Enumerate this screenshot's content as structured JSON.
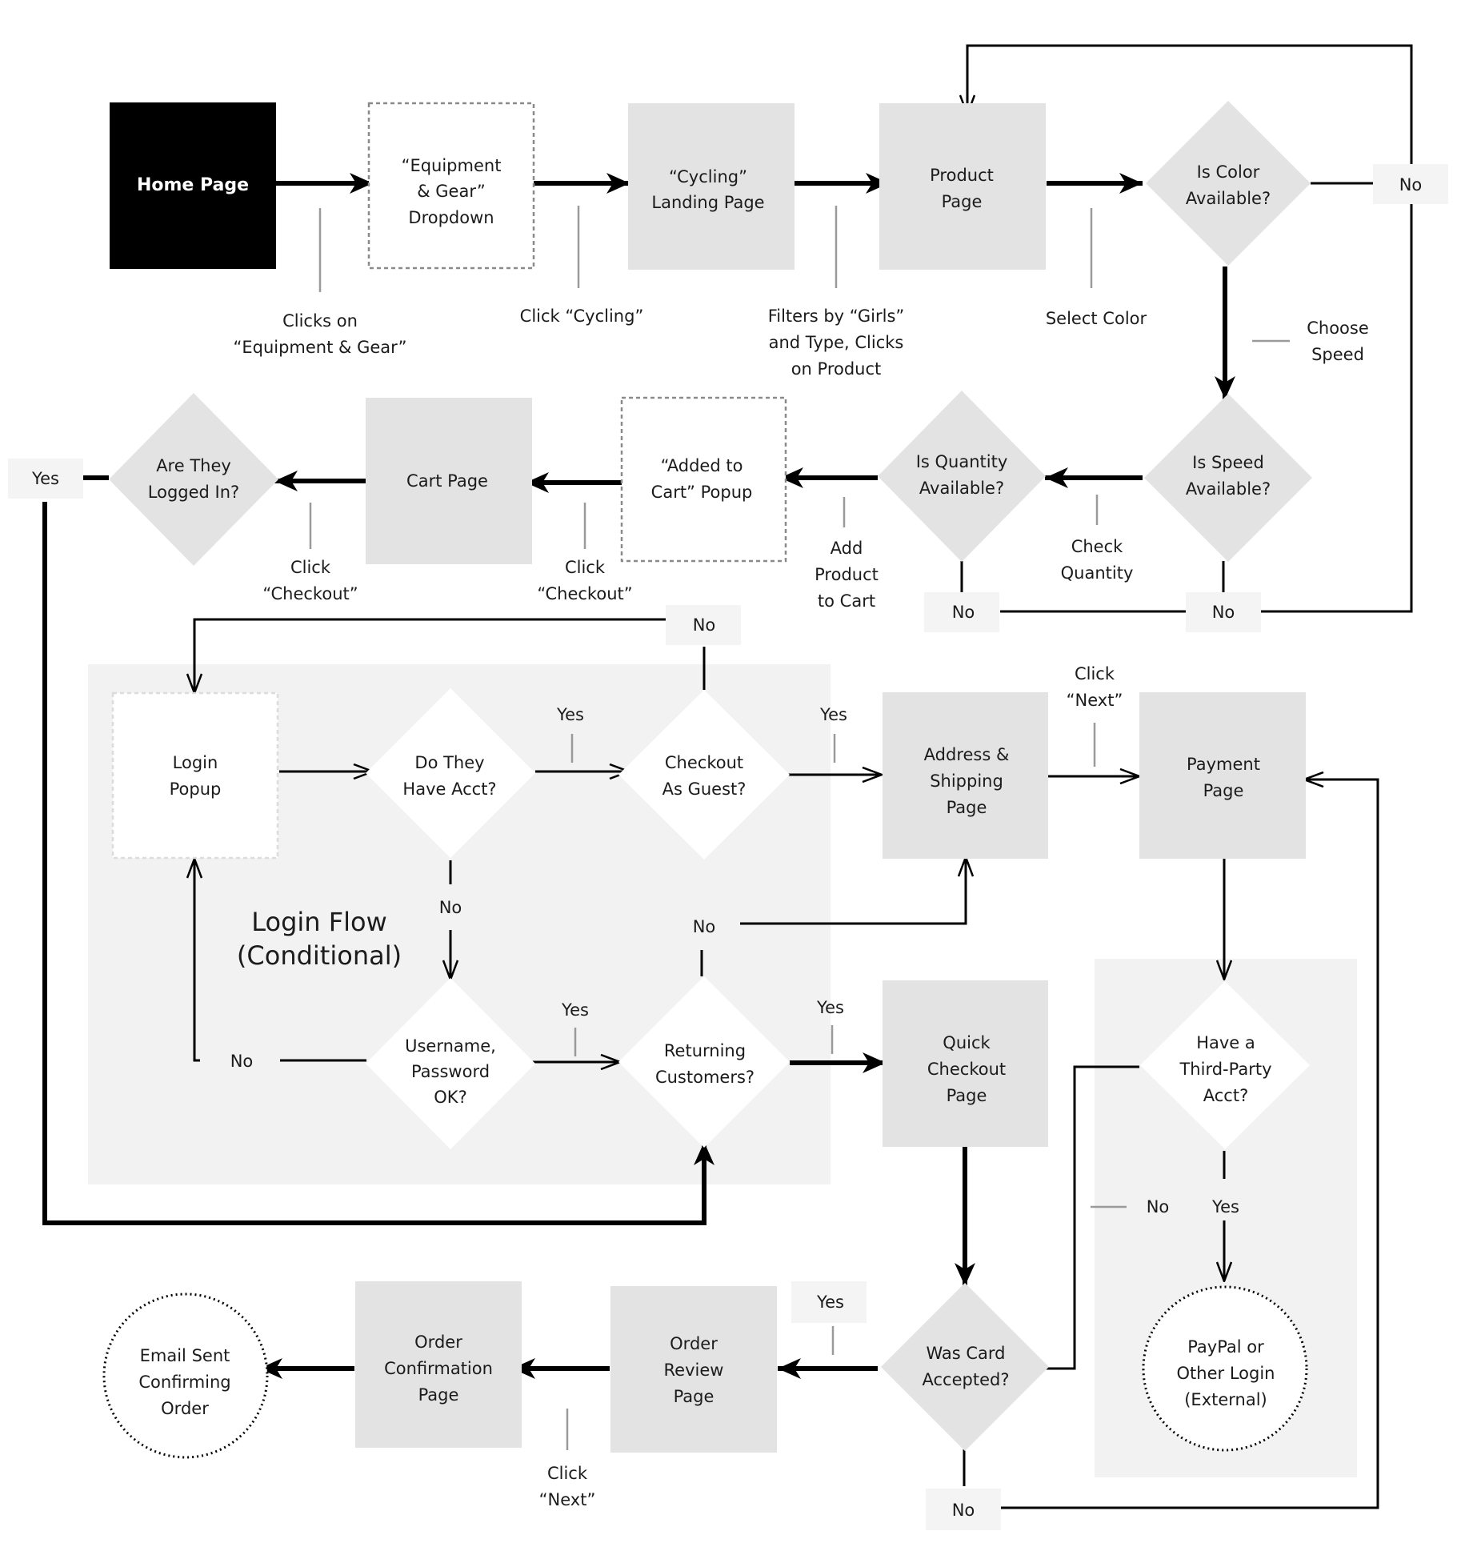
{
  "colors": {
    "box_fill": "#e4e3e4",
    "region_fill": "#f2f2f2",
    "label_bg": "#f4f4f4",
    "black_box": "#000000",
    "line": "#000000",
    "tick": "#9a9a9a"
  },
  "nodes": {
    "home_page": "Home Page",
    "equipment_dropdown": [
      "“Equipment",
      "& Gear”",
      "Dropdown"
    ],
    "cycling_landing": [
      "“Cycling”",
      "Landing Page"
    ],
    "product_page": [
      "Product",
      "Page"
    ],
    "is_color_available": [
      "Is Color",
      "Available?"
    ],
    "is_speed_available": [
      "Is Speed",
      "Available?"
    ],
    "is_quantity_available": [
      "Is Quantity",
      "Available?"
    ],
    "added_to_cart_popup": [
      "“Added to",
      "Cart” Popup"
    ],
    "cart_page": "Cart Page",
    "are_they_logged_in": [
      "Are They",
      "Logged In?"
    ],
    "login_popup": [
      "Login",
      "Popup"
    ],
    "do_they_have_acct": [
      "Do They",
      "Have Acct?"
    ],
    "checkout_as_guest": [
      "Checkout",
      "As Guest?"
    ],
    "username_password_ok": [
      "Username,",
      "Password",
      "OK?"
    ],
    "returning_customers": [
      "Returning",
      "Customers?"
    ],
    "address_shipping": [
      "Address &",
      "Shipping",
      "Page"
    ],
    "payment_page": [
      "Payment",
      "Page"
    ],
    "quick_checkout": [
      "Quick",
      "Checkout",
      "Page"
    ],
    "have_third_party": [
      "Have a",
      "Third-Party",
      "Acct?"
    ],
    "paypal_login": [
      "PayPal or",
      "Other Login",
      "(External)"
    ],
    "was_card_accepted": [
      "Was Card",
      "Accepted?"
    ],
    "order_review": [
      "Order",
      "Review",
      "Page"
    ],
    "order_confirmation": [
      "Order",
      "Confirmation",
      "Page"
    ],
    "email_sent": [
      "Email Sent",
      "Confirming",
      "Order"
    ]
  },
  "region": {
    "login_flow_title": [
      "Login Flow",
      "(Conditional)"
    ]
  },
  "edge_labels": {
    "clicks_equipment": [
      "Clicks on",
      "“Equipment & Gear”"
    ],
    "click_cycling": "Click “Cycling”",
    "filters_by_girls": [
      "Filters by “Girls”",
      "and Type, Clicks",
      "on Product"
    ],
    "select_color": "Select Color",
    "choose_speed": [
      "Choose",
      "Speed"
    ],
    "check_quantity": [
      "Check",
      "Quantity"
    ],
    "add_product_to_cart": [
      "Add",
      "Product",
      "to Cart"
    ],
    "click_checkout_1": [
      "Click",
      "“Checkout”"
    ],
    "click_checkout_2": [
      "Click",
      "“Checkout”"
    ],
    "click_next_1": [
      "Click",
      "“Next”"
    ],
    "click_next_2": [
      "Click",
      "“Next”"
    ],
    "no": "No",
    "yes": "Yes"
  }
}
